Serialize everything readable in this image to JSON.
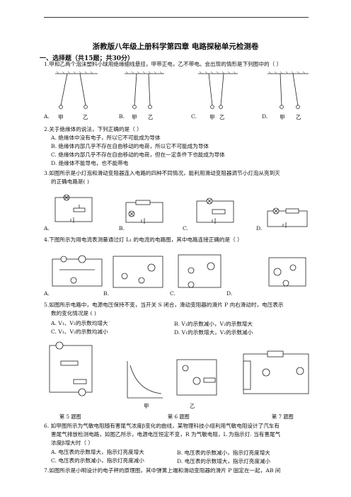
{
  "title": "浙教版八年级上册科学第四章  电路探秘单元检测卷",
  "section": "一、选择题（共15题；共30分）",
  "q1": {
    "stem": "1.甲和乙两个泡沫塑料小球用绝缘细线悬挂，甲带正电，乙不带电。会出现的情形是下列图中的（    ）",
    "fig_labels": [
      "A.",
      "甲",
      "乙",
      "B.",
      "甲",
      "乙",
      "C.",
      "甲",
      "乙",
      "D.",
      "甲",
      "乙"
    ]
  },
  "q2": {
    "stem": "2.关于绝缘体的说法，下列正确的是（    ）",
    "options": [
      "A. 绝缘体中没有电子，所以它不可能成为导体",
      "B. 绝缘体内部几乎不存在自由移动的电荷，所以它不可能成为导体",
      "C. 绝缘体内部几乎不存在自由移动的电荷，但在一定条件下也能成为导体",
      "D. 绝缘体不能导电，也不能带电"
    ]
  },
  "q3": {
    "stem1": "3.如图所示是小灯泡和滑动变阻器连入电路的四种不同情况，能利用滑动变阻器调节小灯泡从亮到灭",
    "stem2": "的正确电路是(          )",
    "fig_labels": [
      "A.",
      "B.",
      "C.",
      "D."
    ]
  },
  "q4": {
    "stem": "4.下图所示为用电流表测量通过灯 L₁ 的电流的电路图，其中电路连接正确的是（    ）",
    "fig_labels": [
      "A.",
      "B.",
      "C.",
      "D."
    ]
  },
  "q5": {
    "stem1": "5.如图所示电路中，电源电压保持不变，当开关 S 闭合，滑动变阻器的滑片 P 向右滑动时，电压表示",
    "stem2": "数的变化情况是    (     )",
    "options": [
      "A. V₁、V₂的示数均增大",
      "B. V₁的示数减小，V₂的示数增大",
      "C. V₁、V₂的示数均减小",
      "D. V₁的示数增大，V₂的示数减小"
    ]
  },
  "figs": {
    "cap5": "第 5 题图",
    "cap6": "第 6 题图",
    "cap7": "第 7 题图",
    "jia": "甲",
    "yi": "乙"
  },
  "q6": {
    "stem1": "6. 如甲图所示为气敏电阻随有害尾气浓度β变化的曲线，某物理科技小组利用气敏电阻设计了汽车有",
    "stem2": "害尾气排放检测电路，如图乙所示，电源电压恒定不变，R 为气敏电阻，L 为指示灯. 当有害尾气",
    "stem3": "浓度β增大时（      ）",
    "options": [
      "A. 电压表的示数增大，指示灯亮度增大",
      "B. 电压表的示数减小，指示灯亮度增大",
      "C. 电压表的示数减小，指示灯亮度减小",
      "D. 电压表的示数增大，指示灯亮度减小"
    ]
  },
  "q7": {
    "stem": "7.如图所示是小明设计的电子秤的原理图，其中弹簧上端和滑动变阻器的滑片 P 固定在一起，AB 间"
  }
}
